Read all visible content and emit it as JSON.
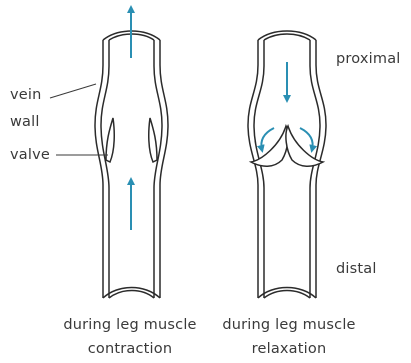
{
  "labels": {
    "vein_wall_line1": "vein",
    "vein_wall_line2": "wall",
    "valve": "valve",
    "proximal": "proximal",
    "distal": "distal"
  },
  "captions": {
    "left_line1": "during leg muscle",
    "left_line2": "contraction",
    "right_line1": "during leg muscle",
    "right_line2": "relaxation"
  },
  "colors": {
    "vein_stroke": "#2b2b2b",
    "arrow": "#2a8fb3",
    "text": "#3a3a3a"
  }
}
